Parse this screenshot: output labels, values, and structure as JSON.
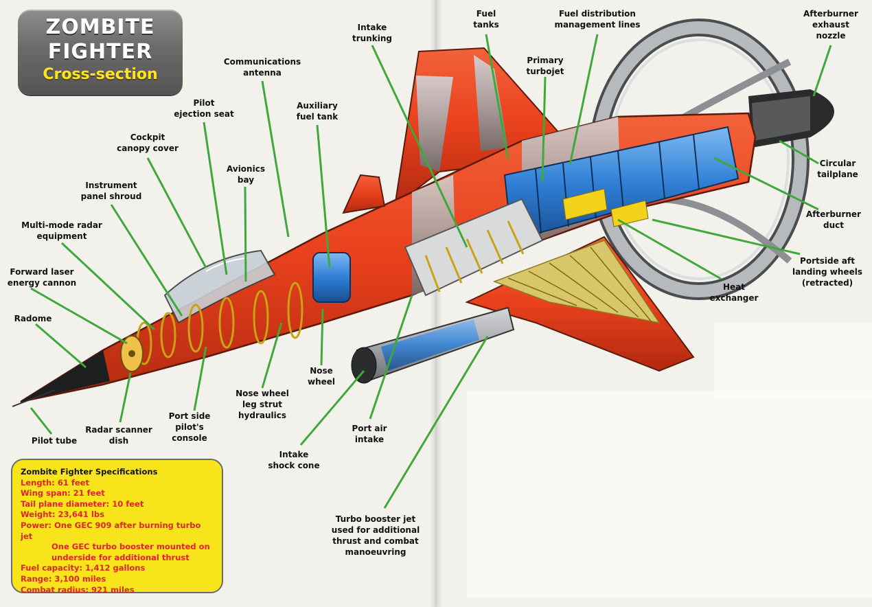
{
  "title": {
    "line1": "ZOMBITE",
    "line2": "FIGHTER",
    "subtitle": "Cross-section"
  },
  "labels": {
    "fuel_tanks": "Fuel\ntanks",
    "fuel_distribution": "Fuel distribution\nmanagement lines",
    "afterburner_nozzle": "Afterburner\nexhaust\nnozzle",
    "intake_trunking": "Intake\ntrunking",
    "primary_turbojet": "Primary\nturbojet",
    "communications_antenna": "Communications\nantenna",
    "pilot_ejection_seat": "Pilot\nejection seat",
    "auxiliary_fuel_tank": "Auxiliary\nfuel tank",
    "cockpit_canopy": "Cockpit\ncanopy cover",
    "avionics_bay": "Avionics\nbay",
    "instrument_panel": "Instrument\npanel shroud",
    "multi_mode_radar": "Multi-mode radar\nequipment",
    "forward_laser": "Forward laser\nenergy cannon",
    "radome": "Radome",
    "pilot_tube": "Pilot tube",
    "radar_scanner": "Radar scanner\ndish",
    "port_side_console": "Port side\npilot's\nconsole",
    "nose_wheel_strut": "Nose wheel\nleg strut\nhydraulics",
    "nose_wheel": "Nose\nwheel",
    "intake_shock_cone": "Intake\nshock cone",
    "port_air_intake": "Port air\nintake",
    "turbo_booster": "Turbo booster jet\nused for additional\nthrust and combat\nmanoeuvring",
    "circular_tailplane": "Circular\ntailplane",
    "afterburner_duct": "Afterburner\nduct",
    "portside_landing_wheels": "Portside aft\nlanding wheels\n(retracted)",
    "heat_exchanger": "Heat\nexchanger"
  },
  "specs": {
    "heading": "Zombite Fighter Specifications",
    "length": "Length: 61 feet",
    "wing_span": "Wing span: 21 feet",
    "tail_plane": "Tail plane diameter: 10 feet",
    "weight": "Weight: 23,641 lbs",
    "power_1": "Power: One GEC 909 after burning turbo jet",
    "power_2": "One GEC turbo booster mounted on",
    "power_3": "underside for additional thrust",
    "fuel": "Fuel capacity: 1,412 gallons",
    "range": "Range: 3,100 miles",
    "combat_radius": "Combat radius: 921 miles"
  },
  "colors": {
    "fuselage": "#e8401c",
    "metal": "#a9acae",
    "engine": "#2f7fd6",
    "yellow_frame": "#f2d21a",
    "leader": "#3fa83a",
    "spec_bg": "#f7e41a",
    "spec_text": "#e0242a",
    "title_bg": "#6f6f6f",
    "subtitle": "#ffe51a"
  }
}
